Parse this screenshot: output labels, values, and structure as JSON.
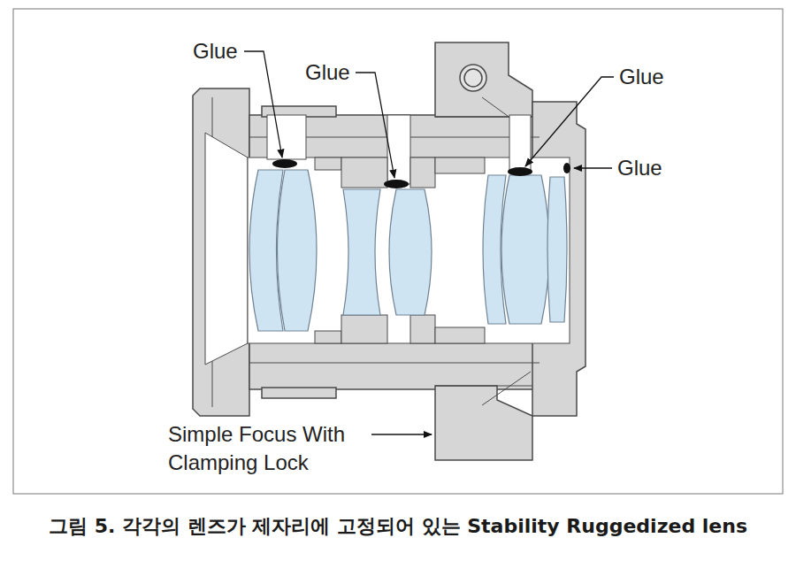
{
  "diagram": {
    "caption": "그림 5. 각각의 렌즈가 제자리에 고정되어 있는 Stability Ruggedized lens",
    "labels": [
      "Glue",
      "Glue",
      "Glue",
      "Glue",
      "Simple Focus With Clamping Lock"
    ]
  }
}
